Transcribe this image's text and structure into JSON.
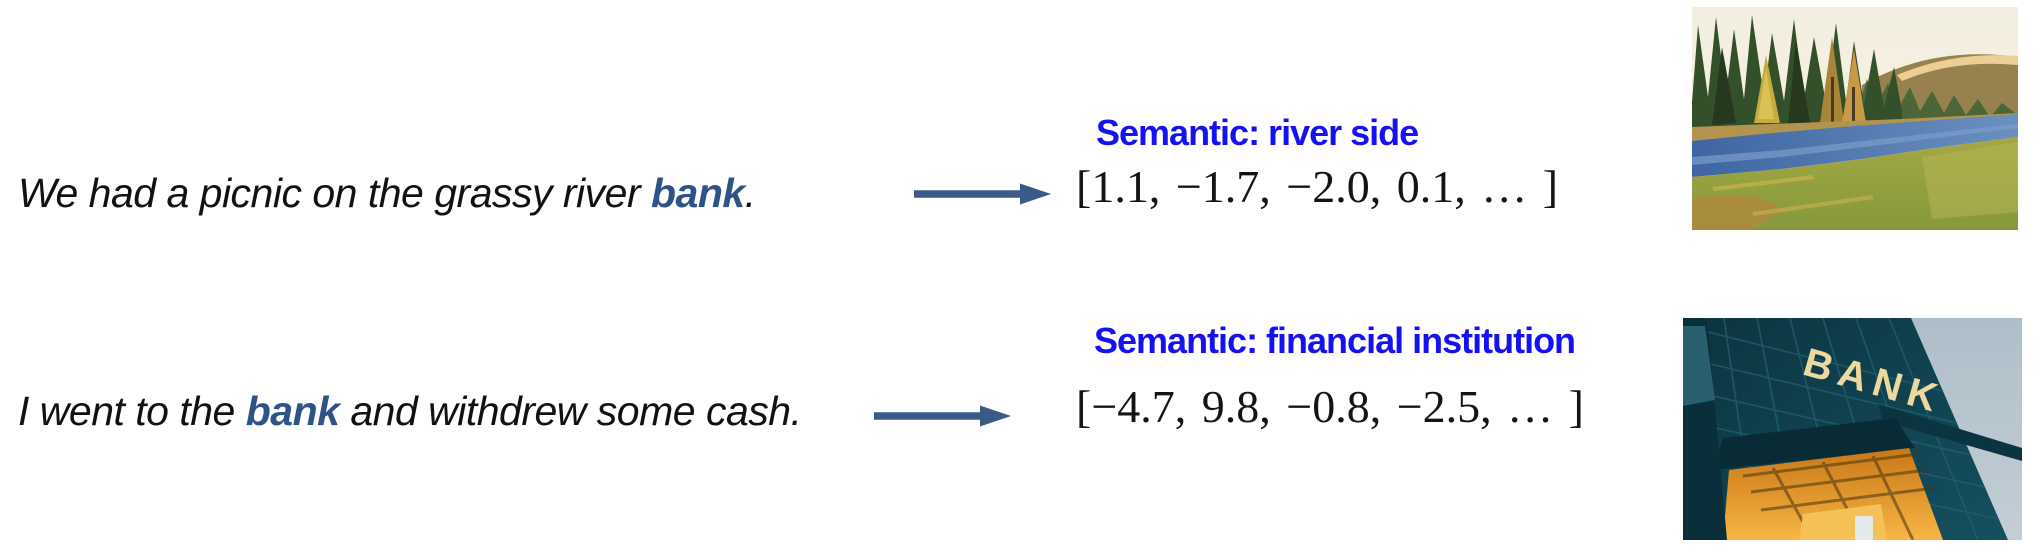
{
  "colors": {
    "semantic_label_blue": "#1512F2",
    "bank_word_navy": "#2E5387",
    "arrow_navy": "#3A5A88",
    "sentence_text": "#111111",
    "vector_text": "#141414"
  },
  "icons": {
    "arrow": "right-arrow"
  },
  "rows": [
    {
      "sentence_prefix": "We had a picnic on the grassy river ",
      "sentence_highlight": "bank",
      "sentence_suffix": ".",
      "semantic_label": "Semantic: river side",
      "embedding_vector": "[1.1, −1.7, −2.0, 0.1, … ]",
      "photo": "river side with forest and grassy banks"
    },
    {
      "sentence_prefix": "I went to the ",
      "sentence_highlight": "bank",
      "sentence_suffix": " and withdrew some cash.",
      "semantic_label": "Semantic: financial institution",
      "embedding_vector": "[−4.7, 9.8, −0.8, −2.5, … ]",
      "photo": "bank building facade with lit entrance",
      "bank_sign_text": "BANK"
    }
  ]
}
